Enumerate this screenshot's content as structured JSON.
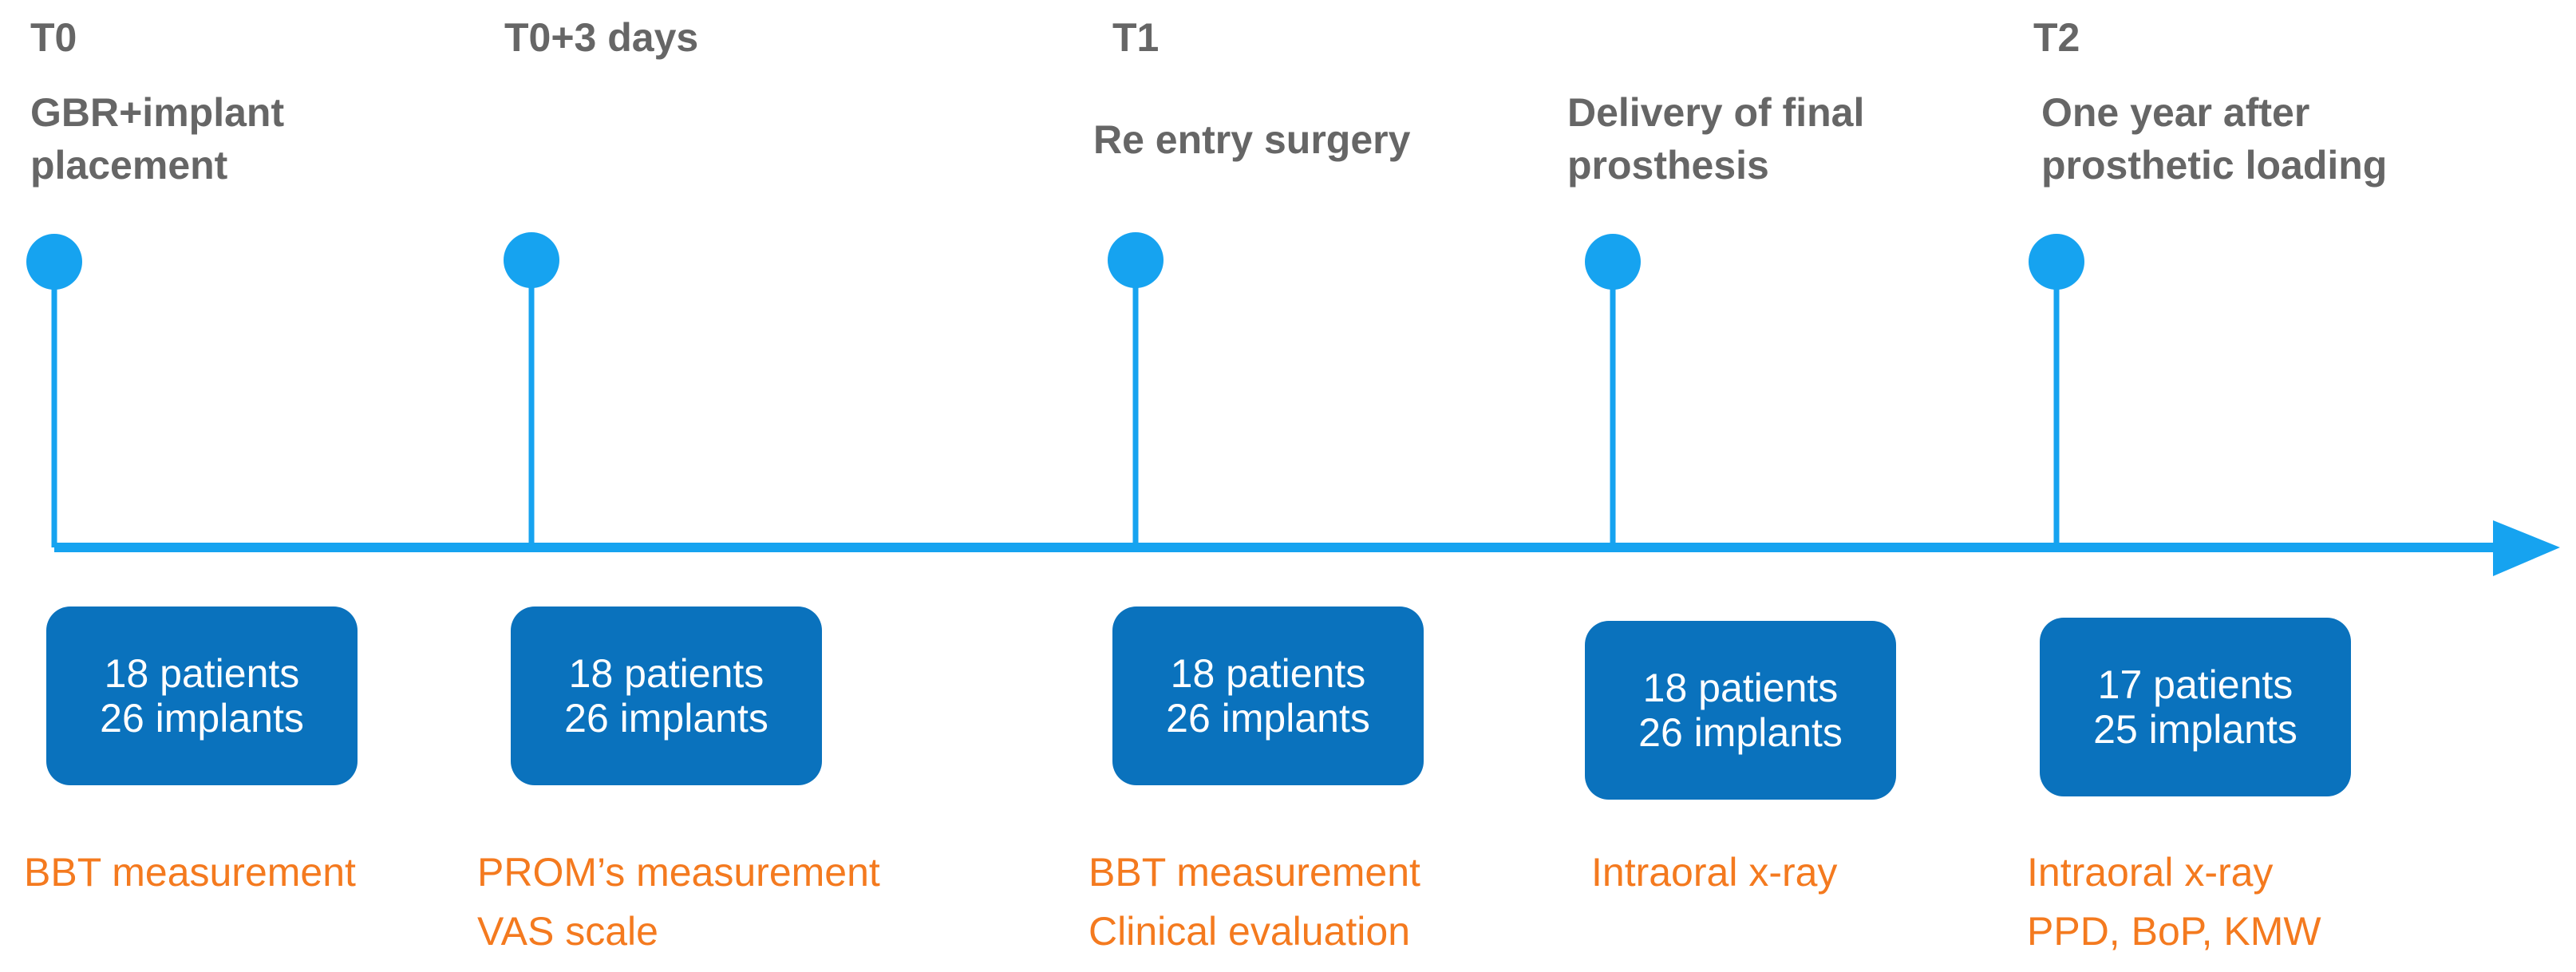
{
  "colors": {
    "timeline": "#16a3f0",
    "box": "#0a72bd",
    "heading": "#666666",
    "measure": "#f47a1f"
  },
  "milestones": [
    {
      "time": "T0",
      "event_line1": "GBR+implant",
      "event_line2": "placement",
      "patients": "18 patients",
      "implants": "26 implants",
      "measure_line1": "BBT measurement",
      "measure_line2": ""
    },
    {
      "time": "T0+3 days",
      "event_line1": "",
      "event_line2": "",
      "patients": "18 patients",
      "implants": "26 implants",
      "measure_line1": "PROM’s measurement",
      "measure_line2": "VAS scale"
    },
    {
      "time": "T1",
      "event_line1": "Re entry surgery",
      "event_line2": "",
      "patients": "18 patients",
      "implants": "26 implants",
      "measure_line1": "BBT measurement",
      "measure_line2": "Clinical evaluation"
    },
    {
      "time": "",
      "event_line1": "Delivery of final",
      "event_line2": "prosthesis",
      "patients": "18 patients",
      "implants": "26 implants",
      "measure_line1": "Intraoral x-ray",
      "measure_line2": ""
    },
    {
      "time": "T2",
      "event_line1": "One year after",
      "event_line2": "prosthetic loading",
      "patients": "17 patients",
      "implants": "25 implants",
      "measure_line1": "Intraoral x-ray",
      "measure_line2": "PPD, BoP, KMW"
    }
  ]
}
